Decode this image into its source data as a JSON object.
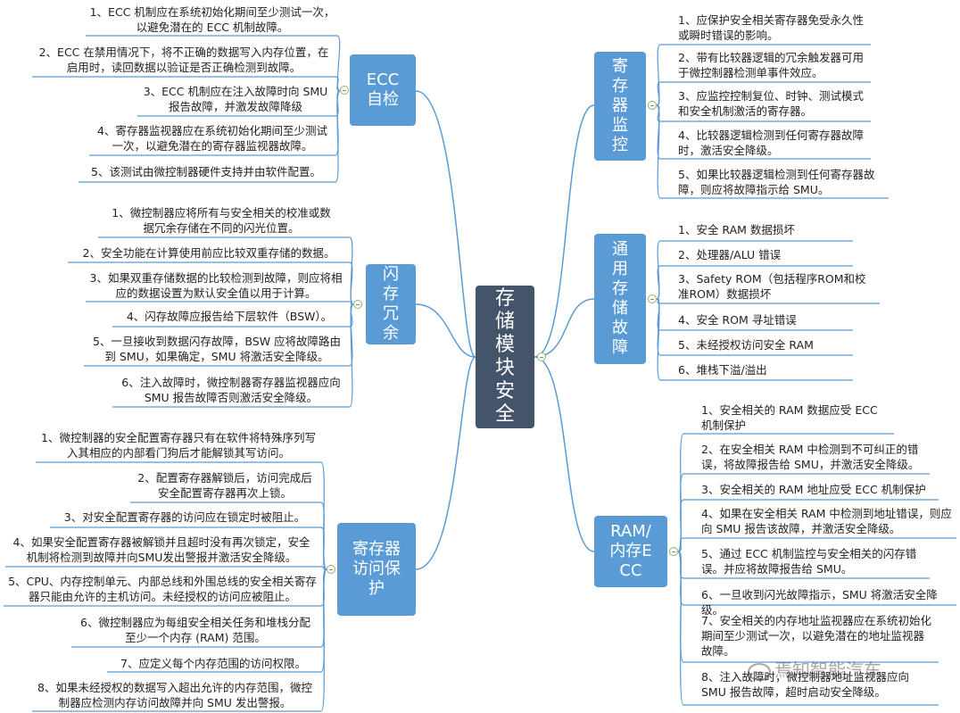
{
  "center": "存储模块安全",
  "branches": {
    "ecc_check": {
      "title": "ECC自检",
      "items": [
        "1、ECC 机制应在系统初始化期间至少测试一次，以避免潜在的 ECC 机制故障。",
        "2、ECC 在禁用情况下，将不正确的数据写入内存位置，在启用时，读回数据以验证是否正确检测到故障。",
        "3、ECC 机制应在注入故障时向 SMU 报告故障，并激发故障降级",
        "4、寄存器监视器应在系统初始化期间至少测试一次，以避免潜在的寄存器监视器故障。",
        "5、该测试由微控制器硬件支持并由软件配置。"
      ]
    },
    "flash_redundancy": {
      "title": "闪存冗余",
      "items": [
        "1、微控制器应将所有与安全相关的校准或数据冗余存储在不同的闪光位置。",
        "2、安全功能在计算使用前应比较双重存储的数据。",
        "3、如果双重存储数据的比较检测到故障，则应将相应的数据设置为默认安全值以用于计算。",
        "4、闪存故障应报告给下层软件（BSW）。",
        "5、一旦接收到数据闪存故障，BSW 应将故障路由到 SMU，如果确定，SMU 将激活安全降级。",
        "6、注入故障时，微控制器寄存器监视器应向 SMU 报告故障否则激活安全降级。"
      ]
    },
    "register_access": {
      "title": "寄存器访问保护",
      "items": [
        "1、微控制器的安全配置寄存器只有在软件将特殊序列写入其相应的内部看门狗后才能解锁其写访问。",
        "2、配置寄存器解锁后，访问完成后安全配置寄存器再次上锁。",
        "3、对安全配置寄存器的访问应在锁定时被阻止。",
        "4、如果安全配置寄存器被解锁并且超时没有再次锁定，安全机制将检测到故障并向SMU发出警报并激活安全降级。",
        "5、CPU、内存控制单元、内部总线和外围总线的安全相关寄存器只能由允许的主机访问。未经授权的访问应被阻止。",
        "6、微控制器应为每组安全相关任务和堆栈分配至少一个内存 (RAM) 范围。",
        "7、应定义每个内存范围的访问权限。",
        "8、如果未经授权的数据写入超出允许的内存范围，微控制器应检测内存访问故障并向 SMU 发出警报。"
      ]
    },
    "register_monitor": {
      "title": "寄存器监控",
      "items": [
        "1、应保护安全相关寄存器免受永久性或瞬时错误的影响。",
        "2、带有比较器逻辑的冗余触发器可用于微控制器检测单事件效应。",
        "3、应监控控制复位、时钟、测试模式和安全机制激活的寄存器。",
        "4、比较器逻辑检测到任何寄存器故障时，激活安全降级。",
        "5、如果比较器逻辑检测到任何寄存器故障，则应将故障指示给 SMU。"
      ]
    },
    "general_fault": {
      "title": "通用存储故障",
      "items": [
        "1、安全 RAM 数据损坏",
        "2、处理器/ALU 错误",
        "3、Safety ROM（包括程序ROM和校准ROM）数据损坏",
        "4、安全 ROM 寻址错误",
        "5、未经授权访问安全 RAM",
        "6、堆栈下溢/溢出"
      ]
    },
    "ram_ecc": {
      "title": "RAM/内存ECC",
      "items": [
        "1、安全相关的 RAM 数据应受 ECC 机制保护",
        "2、在安全相关 RAM 中检测到不可纠正的错误，将故障报告给 SMU，并激活安全降级。",
        "3、安全相关的 RAM 地址应受 ECC 机制保护",
        "4、如果在安全相关 RAM 中检测到地址错误，则应向 SMU 报告该故障，并激活安全降级。",
        "5、通过 ECC 机制监控与安全相关的闪存错误。并应将故障报告给 SMU。",
        "6、一旦收到闪光故障指示，SMU 将激活安全降级。",
        "7、安全相关的内存地址监视器应在系统初始化期间至少测试一次，以避免潜在的地址监视器故障。",
        "8、注入故障时，微控制器地址监视器应向 SMU 报告故障，超时启动安全降级。"
      ]
    }
  },
  "watermark": "焉知智能汽车",
  "colors": {
    "center": "#44546a",
    "topic": "#5b9bd5",
    "line": "#5b9bd5"
  }
}
